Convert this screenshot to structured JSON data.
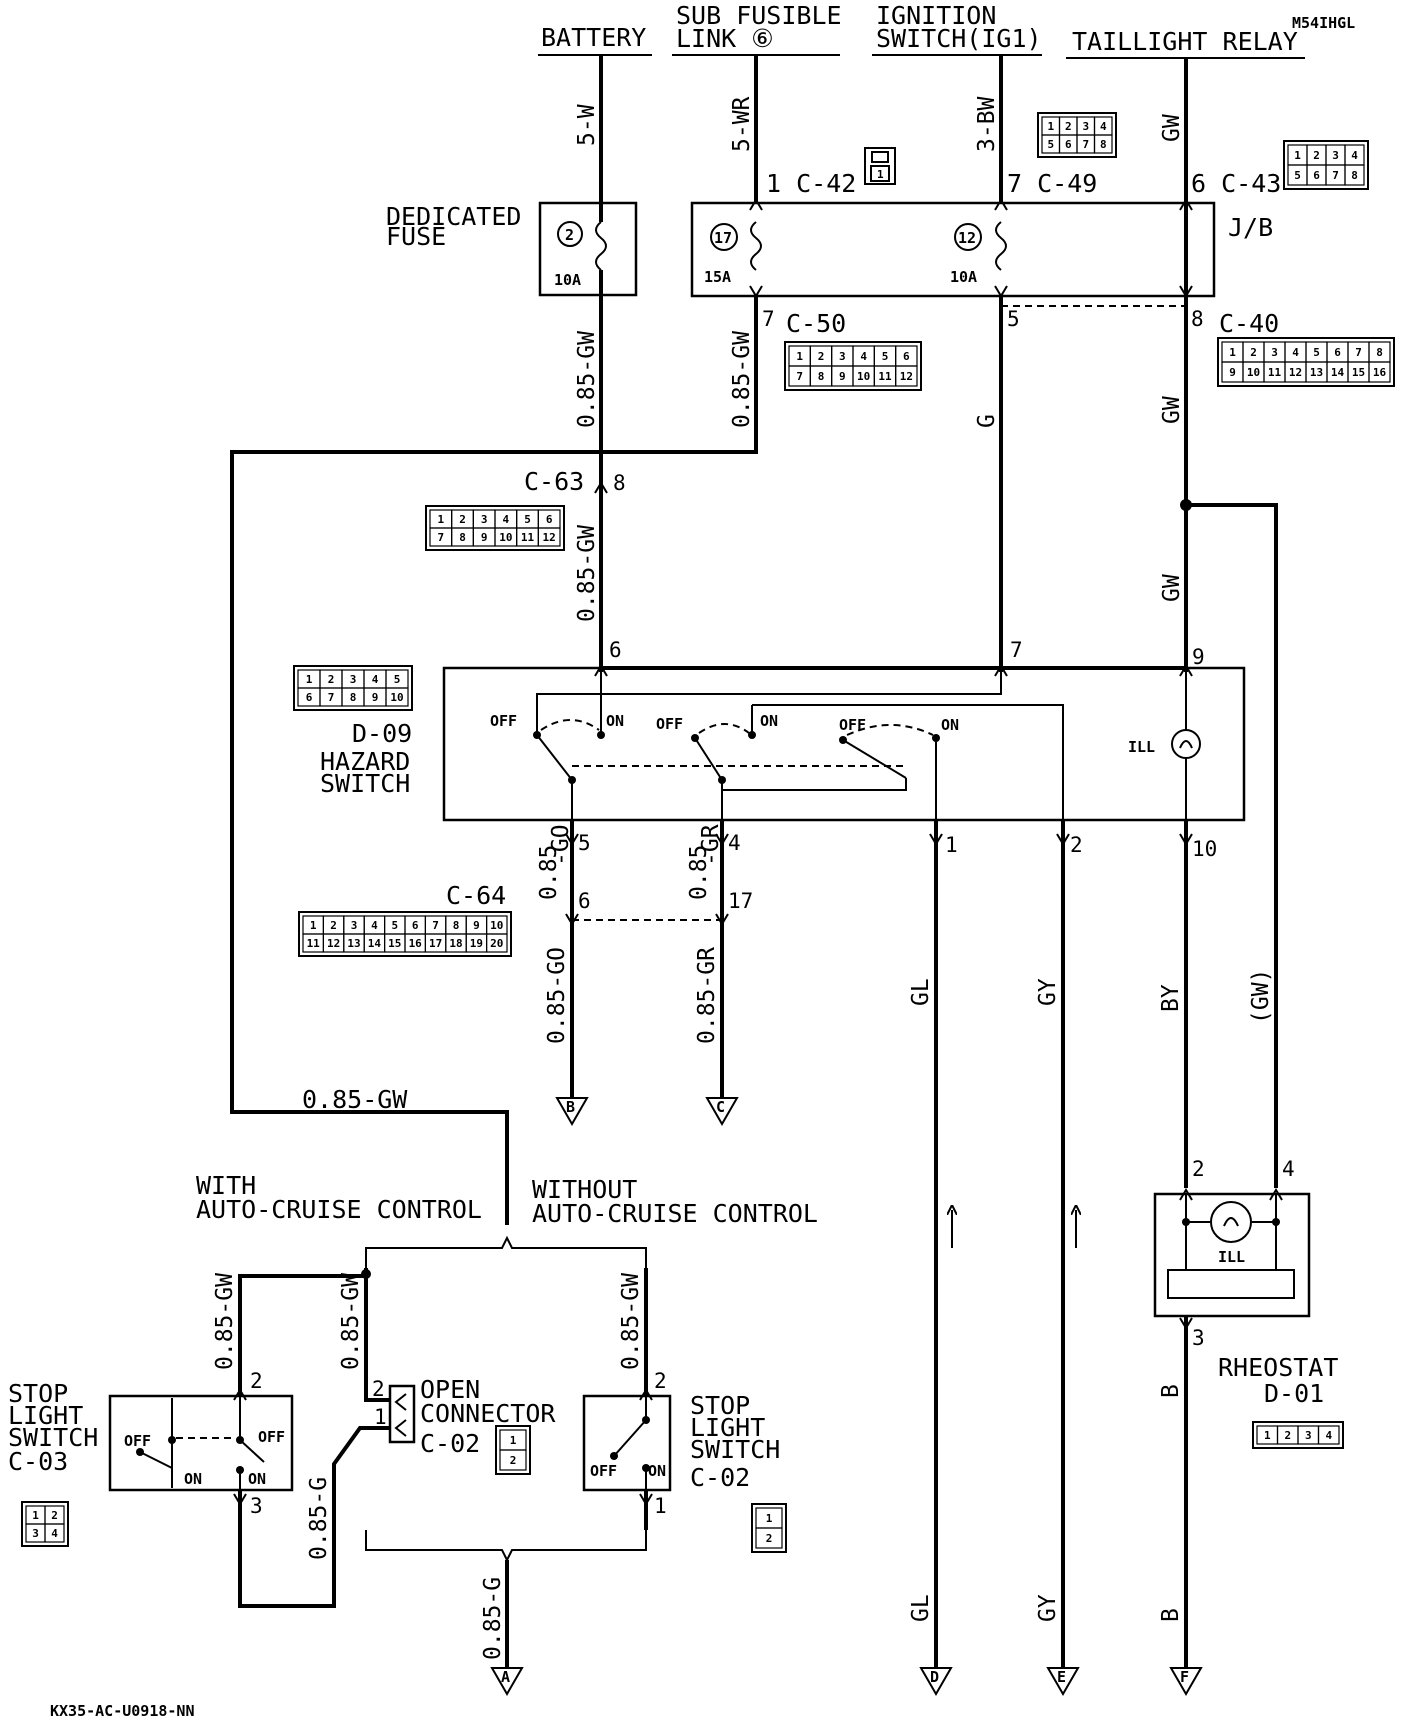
{
  "code": "M54IHGL",
  "footer": "KX35-AC-U0918-NN",
  "sources": {
    "battery": "BATTERY",
    "sub_fusible_1": "SUB FUSIBLE",
    "sub_fusible_2": "LINK ⑥",
    "ignition_1": "IGNITION",
    "ignition_2": "SWITCH(IG1)",
    "taillight": "TAILLIGHT RELAY"
  },
  "wires": {
    "w5w": "5-W",
    "w5wr": "5-WR",
    "w3bw": "3-BW",
    "gw": "GW",
    "gw085": "0.85-GW",
    "g": "G",
    "go085": "0.85-GO",
    "gr085": "0.85-GR",
    "go_a": "0.85",
    "go_b": "-GO",
    "gr_a": "0.85",
    "gr_b": "-GR",
    "gl": "GL",
    "gy": "GY",
    "by": "BY",
    "gw_paren": "(GW)",
    "b": "B",
    "g085": "0.85-G"
  },
  "connectors": {
    "c42": "1 C-42",
    "c49": "7 C-49",
    "c43": "6 C-43",
    "c50": "C-50",
    "c40": "C-40",
    "c63": "C-63",
    "c64": "C-64",
    "c02": "C-02",
    "c03": "C-03",
    "d01": "D-01",
    "d09": "D-09",
    "jb": "J/B"
  },
  "components": {
    "dedicated_fuse_1": "DEDICATED",
    "dedicated_fuse_2": "FUSE",
    "fuse2_no": "2",
    "fuse2_amp": "10A",
    "fuse17_no": "17",
    "fuse17_amp": "15A",
    "fuse12_no": "12",
    "fuse12_amp": "10A",
    "hazard_1": "HAZARD",
    "hazard_2": "SWITCH",
    "ill": "ILL",
    "rheostat": "RHEOSTAT",
    "open_connector_1": "OPEN",
    "open_connector_2": "CONNECTOR",
    "stop_light_1": "STOP",
    "stop_light_2": "LIGHT",
    "stop_light_3": "SWITCH",
    "off": "OFF",
    "on": "ON"
  },
  "options": {
    "with_1": "WITH",
    "with_2": "AUTO-CRUISE CONTROL",
    "without_1": "WITHOUT",
    "without_2": "AUTO-CRUISE CONTROL"
  },
  "pins": {
    "p7": "7",
    "p5": "5",
    "p8": "8",
    "p6": "6",
    "p9": "9",
    "p4": "4",
    "p1": "1",
    "p2": "2",
    "p10": "10",
    "p17": "17",
    "p3": "3"
  },
  "terminals": {
    "a": "A",
    "b": "B",
    "c": "C",
    "d": "D",
    "e": "E",
    "f": "F"
  },
  "connector_faces": {
    "c42": [
      "1"
    ],
    "c49": [
      "1",
      "2",
      "3",
      "4",
      "5",
      "6",
      "7",
      "8"
    ],
    "c43": [
      "1",
      "2",
      "3",
      "4",
      "5",
      "6",
      "7",
      "8"
    ],
    "c50": [
      "1",
      "2",
      "3",
      "4",
      "5",
      "6",
      "7",
      "8",
      "9",
      "10",
      "11",
      "12"
    ],
    "c40": [
      "1",
      "2",
      "3",
      "4",
      "5",
      "6",
      "7",
      "8",
      "9",
      "10",
      "11",
      "12",
      "13",
      "14",
      "15",
      "16"
    ],
    "c63": [
      "1",
      "2",
      "3",
      "4",
      "5",
      "6",
      "7",
      "8",
      "9",
      "10",
      "11",
      "12"
    ],
    "d09": [
      "1",
      "2",
      "3",
      "4",
      "5",
      "6",
      "7",
      "8",
      "9",
      "10"
    ],
    "c64": [
      "1",
      "2",
      "3",
      "4",
      "5",
      "6",
      "7",
      "8",
      "9",
      "10",
      "11",
      "12",
      "13",
      "14",
      "15",
      "16",
      "17",
      "18",
      "19",
      "20"
    ],
    "c02": [
      "1",
      "2"
    ],
    "c03": [
      "1",
      "2",
      "3",
      "4"
    ],
    "d01": [
      "1",
      "2",
      "3",
      "4"
    ]
  }
}
